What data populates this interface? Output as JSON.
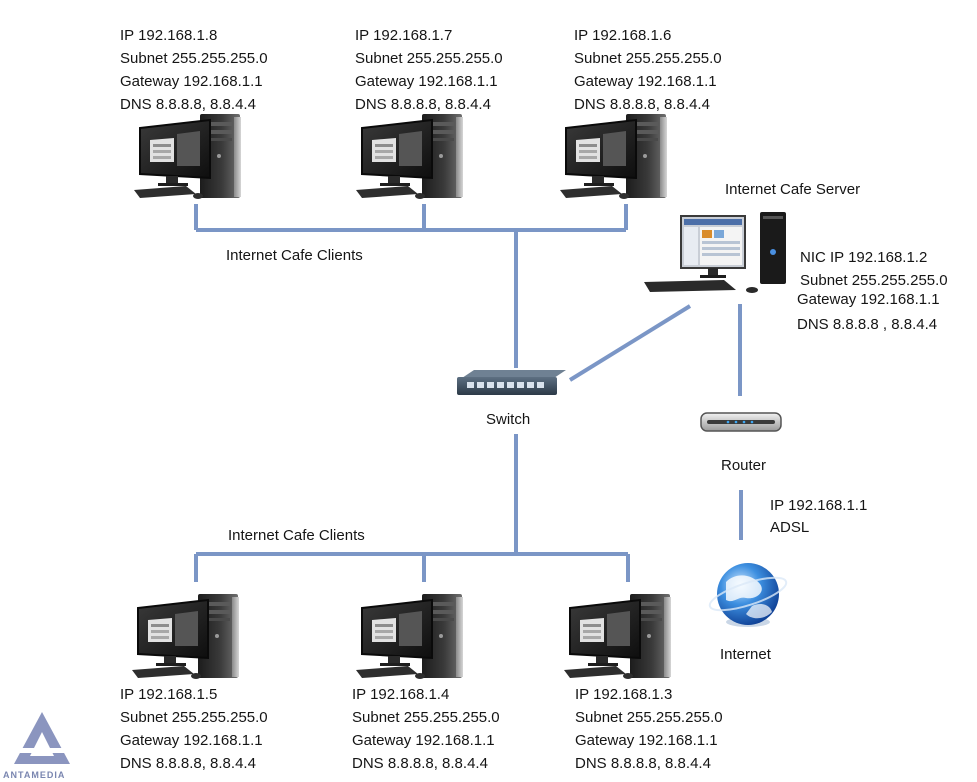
{
  "colors": {
    "link": "#7b96c6",
    "logo": "#8b95bf"
  },
  "clients_top": [
    {
      "ip": "IP 192.168.1.8",
      "subnet": "Subnet 255.255.255.0",
      "gateway": "Gateway 192.168.1.1",
      "dns": "DNS 8.8.8.8, 8.8.4.4"
    },
    {
      "ip": "IP 192.168.1.7",
      "subnet": "Subnet 255.255.255.0",
      "gateway": "Gateway 192.168.1.1",
      "dns": "DNS 8.8.8.8, 8.8.4.4"
    },
    {
      "ip": "IP 192.168.1.6",
      "subnet": "Subnet 255.255.255.0",
      "gateway": "Gateway 192.168.1.1",
      "dns": "DNS 8.8.8.8, 8.8.4.4"
    }
  ],
  "clients_bottom": [
    {
      "ip": "IP 192.168.1.5",
      "subnet": "Subnet 255.255.255.0",
      "gateway": "Gateway 192.168.1.1",
      "dns": "DNS 8.8.8.8, 8.8.4.4"
    },
    {
      "ip": "IP 192.168.1.4",
      "subnet": "Subnet 255.255.255.0",
      "gateway": "Gateway 192.168.1.1",
      "dns": "DNS 8.8.8.8, 8.8.4.4"
    },
    {
      "ip": "IP 192.168.1.3",
      "subnet": "Subnet 255.255.255.0",
      "gateway": "Gateway 192.168.1.1",
      "dns": "DNS 8.8.8.8, 8.8.4.4"
    }
  ],
  "labels": {
    "clients_top": "Internet Cafe Clients",
    "clients_bottom": "Internet Cafe Clients",
    "switch": "Switch",
    "server_title": "Internet Cafe Server",
    "router": "Router",
    "internet": "Internet"
  },
  "server": {
    "nic": "NIC IP 192.168.1.2",
    "subnet": "Subnet 255.255.255.0",
    "gateway": "Gateway 192.168.1.1",
    "dns": "DNS 8.8.8.8 , 8.8.4.4"
  },
  "router_info": {
    "ip": "IP 192.168.1.1",
    "link": "ADSL"
  },
  "logo": {
    "text": "ANTAMEDIA"
  }
}
